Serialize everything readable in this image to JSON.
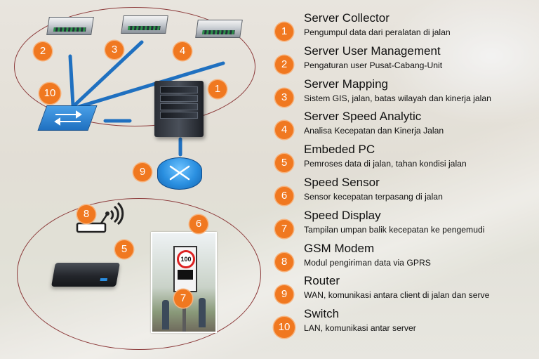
{
  "colors": {
    "badge": "#f07820",
    "ring": "#8c3a3a",
    "line": "#1f70c0"
  },
  "diagram": {
    "top_cluster_badges": [
      "2",
      "3",
      "4",
      "1",
      "10"
    ],
    "router_badge": "9",
    "bottom_cluster_badges": [
      "8",
      "5",
      "6",
      "7"
    ],
    "speed_sign_value": "100"
  },
  "legend": [
    {
      "num": "1",
      "title": "Server Collector",
      "desc": "Pengumpul data dari peralatan di jalan"
    },
    {
      "num": "2",
      "title": "Server User Management",
      "desc": "Pengaturan user Pusat-Cabang-Unit"
    },
    {
      "num": "3",
      "title": "Server Mapping",
      "desc": "Sistem GIS, jalan, batas wilayah dan kinerja jalan"
    },
    {
      "num": "4",
      "title": "Server Speed Analytic",
      "desc": "Analisa Kecepatan dan Kinerja Jalan"
    },
    {
      "num": "5",
      "title": "Embeded PC",
      "desc": "Pemroses data di jalan, tahan kondisi jalan"
    },
    {
      "num": "6",
      "title": "Speed Sensor",
      "desc": "Sensor kecepatan terpasang di jalan"
    },
    {
      "num": "7",
      "title": "Speed Display",
      "desc": "Tampilan umpan balik kecepatan ke pengemudi"
    },
    {
      "num": "8",
      "title": "GSM Modem",
      "desc": "Modul pengiriman data via GPRS"
    },
    {
      "num": "9",
      "title": "Router",
      "desc": "WAN, komunikasi antara client di jalan dan serve"
    },
    {
      "num": "10",
      "title": "Switch",
      "desc": "LAN, komunikasi antar server"
    }
  ]
}
